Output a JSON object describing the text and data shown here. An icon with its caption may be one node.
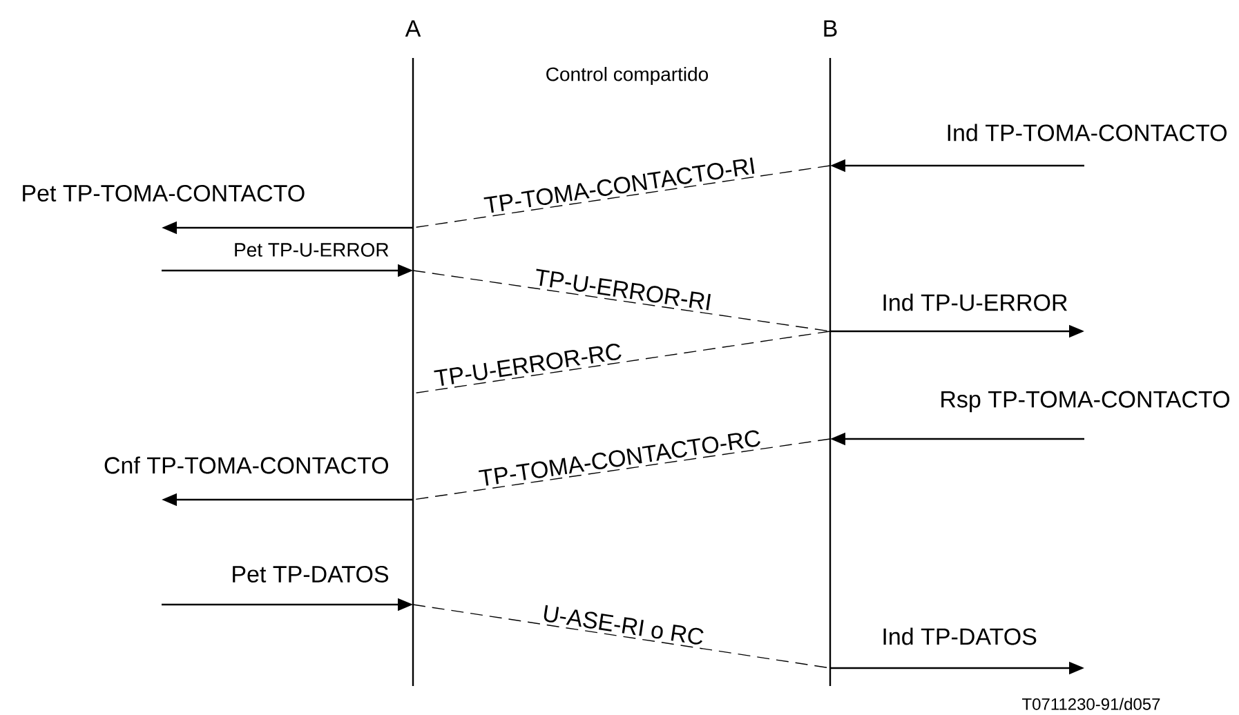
{
  "diagram": {
    "nodes": [
      {
        "text": [
          "A"
        ]
      },
      {
        "text": [
          "B"
        ]
      }
    ],
    "edges": [
      {
        "from": null,
        "to": 1,
        "arrow": "to",
        "label": "Ind TP-TOMA-CONTACTO"
      },
      {
        "from": 1,
        "to": 0,
        "arrow": "none",
        "style": "dashed",
        "label": "TP-TOMA-CONTACTO-RI"
      },
      {
        "from": 0,
        "to": null,
        "arrow": "to",
        "label": "Pet TP-TOMA-CONTACTO"
      },
      {
        "from": null,
        "to": 0,
        "arrow": "to",
        "label": "Pet TP-U-ERROR"
      },
      {
        "from": 0,
        "to": 1,
        "arrow": "none",
        "style": "dashed",
        "label": "TP-U-ERROR-RI"
      },
      {
        "from": 1,
        "to": null,
        "arrow": "to",
        "label": "Ind TP-U-ERROR"
      },
      {
        "from": 1,
        "to": 0,
        "arrow": "none",
        "style": "dashed",
        "label": "TP-U-ERROR-RC"
      },
      {
        "from": null,
        "to": 1,
        "arrow": "to",
        "label": "Rsp TP-TOMA-CONTACTO"
      },
      {
        "from": 1,
        "to": 0,
        "arrow": "none",
        "style": "dashed",
        "label": "TP-TOMA-CONTACTO-RC"
      },
      {
        "from": 0,
        "to": null,
        "arrow": "to",
        "label": "Cnf TP-TOMA-CONTACTO"
      },
      {
        "from": null,
        "to": 0,
        "arrow": "to",
        "label": "Pet TP-DATOS"
      },
      {
        "from": 0,
        "to": 1,
        "arrow": "none",
        "style": "dashed",
        "label": "U-ASE-RI o RC"
      },
      {
        "from": 1,
        "to": null,
        "arrow": "to",
        "label": "Ind TP-DATOS"
      }
    ],
    "labels": [
      "Control compartido",
      "T0711230-91/d057"
    ]
  }
}
